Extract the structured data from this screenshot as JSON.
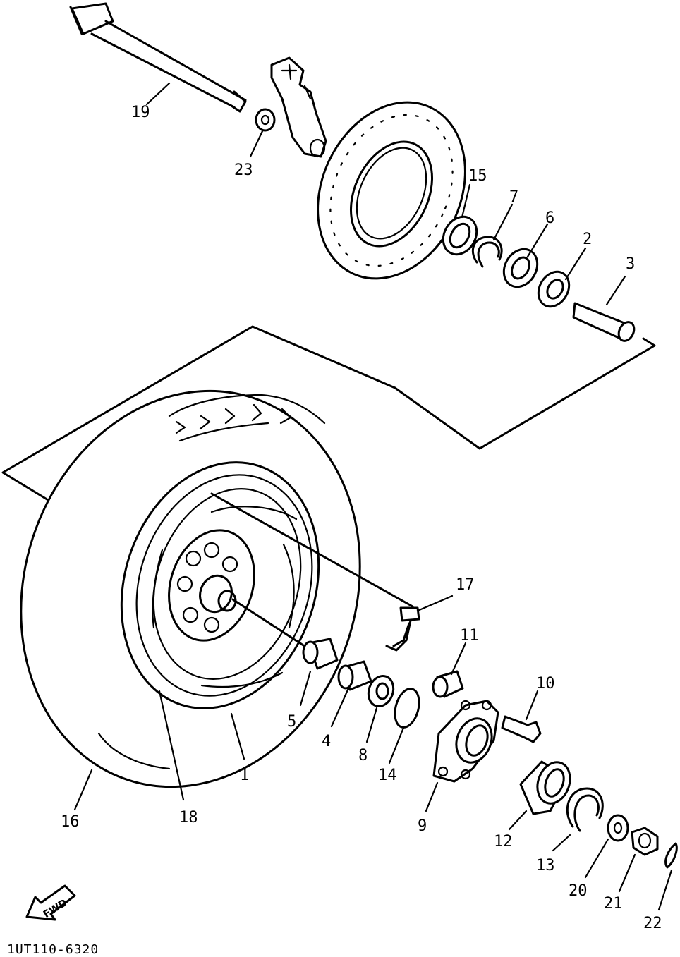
{
  "figure_code": "1UT110-6320",
  "fwd_label": "FWD",
  "callouts": [
    {
      "num": "1"
    },
    {
      "num": "2"
    },
    {
      "num": "3"
    },
    {
      "num": "4"
    },
    {
      "num": "5"
    },
    {
      "num": "6"
    },
    {
      "num": "7"
    },
    {
      "num": "8"
    },
    {
      "num": "9"
    },
    {
      "num": "10"
    },
    {
      "num": "11"
    },
    {
      "num": "12"
    },
    {
      "num": "13"
    },
    {
      "num": "14"
    },
    {
      "num": "15"
    },
    {
      "num": "16"
    },
    {
      "num": "17"
    },
    {
      "num": "18"
    },
    {
      "num": "19"
    },
    {
      "num": "20"
    },
    {
      "num": "21"
    },
    {
      "num": "22"
    },
    {
      "num": "23"
    }
  ]
}
